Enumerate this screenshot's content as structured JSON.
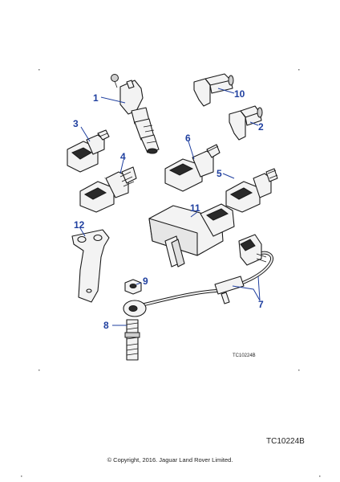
{
  "diagram": {
    "callouts": [
      "1",
      "2",
      "3",
      "4",
      "5",
      "6",
      "7",
      "8",
      "9",
      "10",
      "11",
      "12"
    ],
    "inline_code": "TC10224B",
    "reference_code": "TC10224B",
    "copyright": "© Copyright, 2016. Jaguar Land Rover Limited.",
    "colors": {
      "callout": "#1f3f9f",
      "line": "#1a1a1a",
      "part_fill": "#f3f3f3"
    }
  }
}
